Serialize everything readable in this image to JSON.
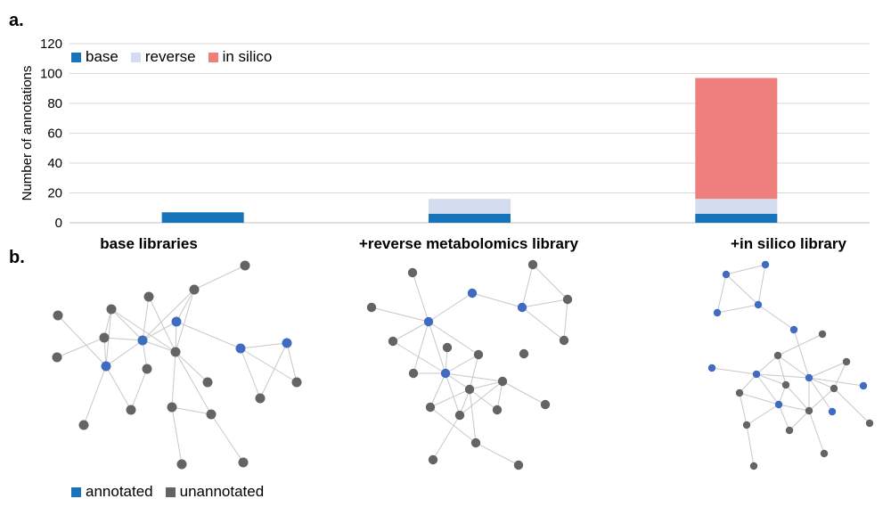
{
  "panels": {
    "a": "a.",
    "b": "b."
  },
  "colors": {
    "base": "#1773BA",
    "reverse": "#D3DDEF",
    "in_silico": "#EF7F7C",
    "annotated": "#3F6BC0",
    "unannotated": "#646464",
    "edge": "#C8C8C8",
    "grid": "#D9D9D9"
  },
  "chart_data": {
    "type": "bar",
    "stacked": true,
    "categories": [
      "base libraries",
      "+reverse metabolomics library",
      "+in silico library"
    ],
    "series": [
      {
        "name": "base",
        "values": [
          7,
          6,
          6
        ]
      },
      {
        "name": "reverse",
        "values": [
          0,
          10,
          10
        ]
      },
      {
        "name": "in silico",
        "values": [
          0,
          0,
          81
        ]
      }
    ],
    "title": "",
    "xlabel": "",
    "ylabel": "Number of annotations",
    "ylim": [
      0,
      120
    ],
    "yticks": [
      0,
      20,
      40,
      60,
      80,
      100,
      120
    ],
    "grid": true,
    "legend": "top-left"
  },
  "legend_b": {
    "annotated": "annotated",
    "unannotated": "unannotated"
  }
}
